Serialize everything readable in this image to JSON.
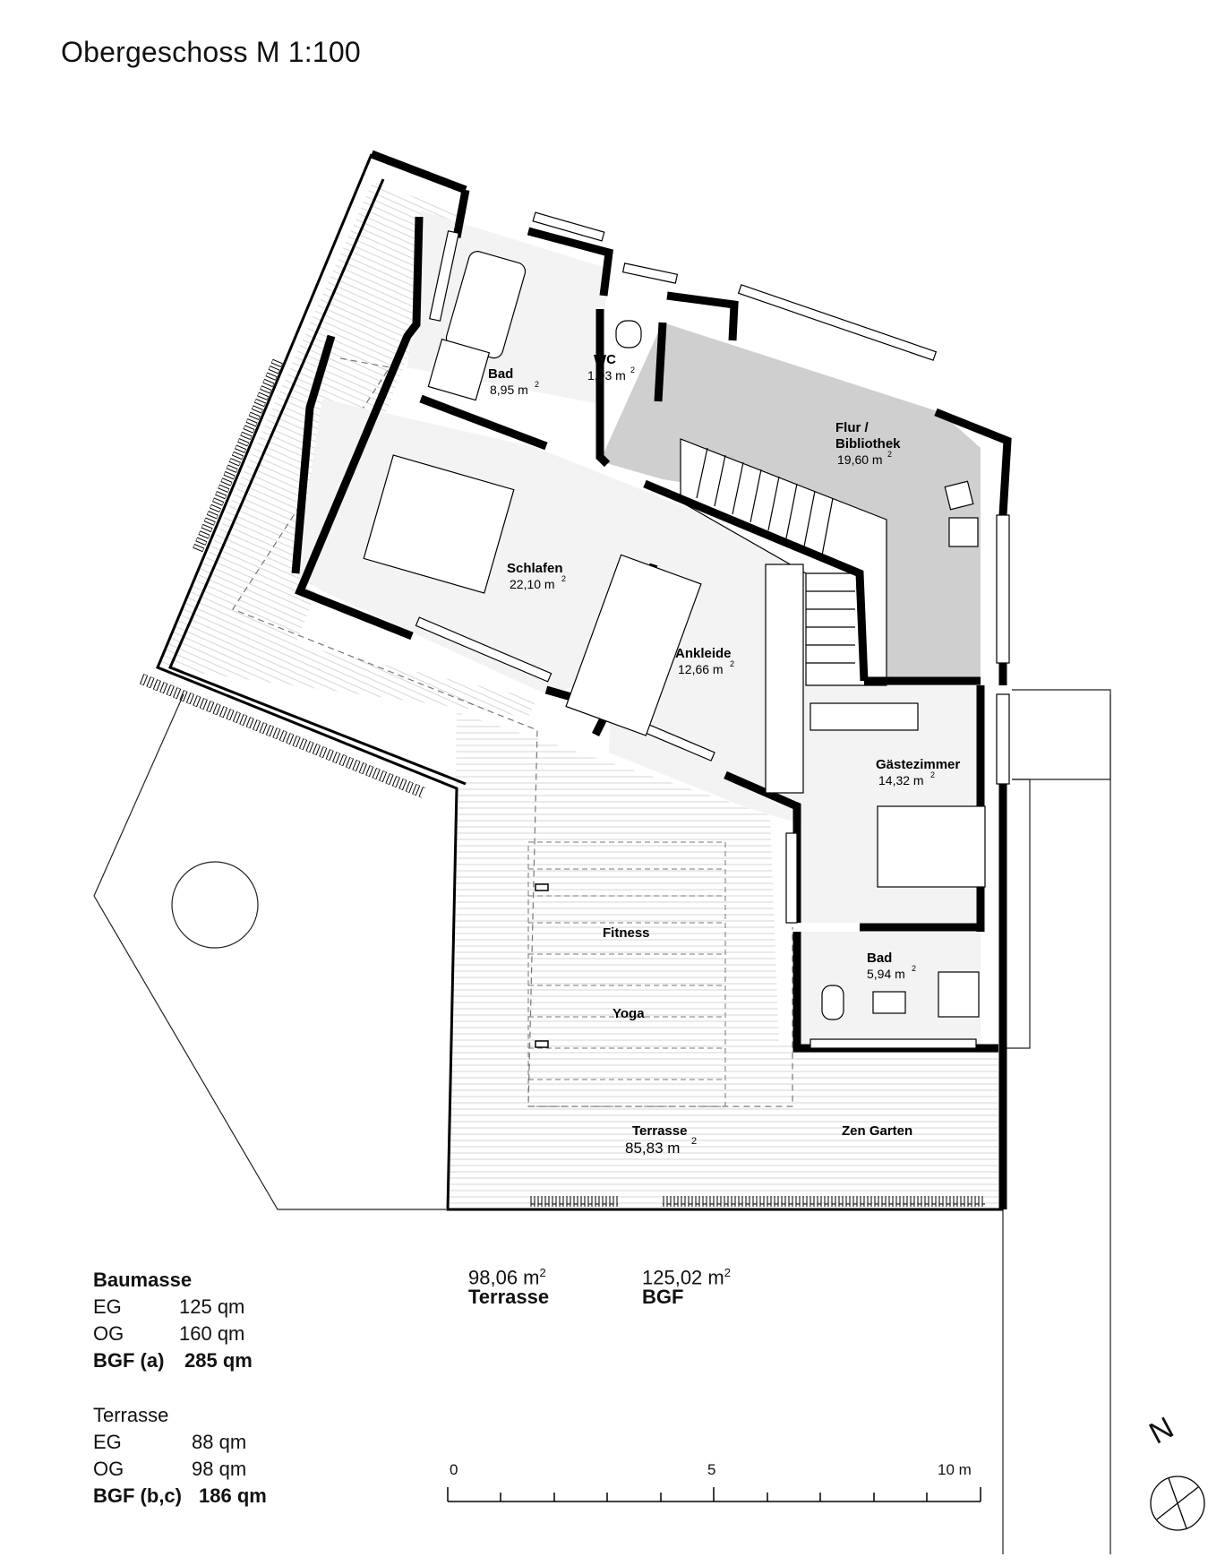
{
  "title": "Obergeschoss M 1:100",
  "rooms": {
    "bad1": {
      "name": "Bad",
      "area": "8,95 m",
      "unit_sup": "2"
    },
    "wc": {
      "name": "WC",
      "area": "1,93 m",
      "unit_sup": "2"
    },
    "flur": {
      "name_line1": "Flur /",
      "name_line2": "Bibliothek",
      "area": "19,60 m",
      "unit_sup": "2"
    },
    "schlafen": {
      "name": "Schlafen",
      "area": "22,10 m",
      "unit_sup": "2"
    },
    "ankleide": {
      "name": "Ankleide",
      "area": "12,66 m",
      "unit_sup": "2"
    },
    "gaestezimmer": {
      "name": "Gästezimmer",
      "area": "14,32 m",
      "unit_sup": "2"
    },
    "bad2": {
      "name": "Bad",
      "area": "5,94 m",
      "unit_sup": "2"
    },
    "fitness": {
      "name": "Fitness"
    },
    "yoga": {
      "name": "Yoga"
    },
    "terrasse": {
      "name": "Terrasse",
      "area": "85,83 m",
      "unit_sup": "2"
    },
    "zen": {
      "name": "Zen Garten"
    }
  },
  "totals": {
    "terrasse": {
      "value": "98,06 m",
      "unit_sup": "2",
      "label": "Terrasse"
    },
    "bgf": {
      "value": "125,02 m",
      "unit_sup": "2",
      "label": "BGF"
    }
  },
  "baumasse": {
    "heading": "Baumasse",
    "rows": [
      {
        "k": "EG",
        "v": "125 qm"
      },
      {
        "k": "OG",
        "v": "160 qm"
      },
      {
        "k": "BGF (a)",
        "v": "285 qm"
      }
    ]
  },
  "terrasse_stats": {
    "heading": "Terrasse",
    "rows": [
      {
        "k": "EG",
        "v": "88 qm"
      },
      {
        "k": "OG",
        "v": "98 qm"
      },
      {
        "k": "BGF (b,c)",
        "v": "186 qm"
      }
    ]
  },
  "scale": {
    "label_0": "0",
    "label_5": "5",
    "label_10": "10 m"
  },
  "north": {
    "label": "N"
  },
  "colors": {
    "wall": "#000000",
    "flur_fill": "#cfcfcf",
    "room_fill": "#f3f3f3",
    "terrace_line": "#d8d8d8"
  }
}
